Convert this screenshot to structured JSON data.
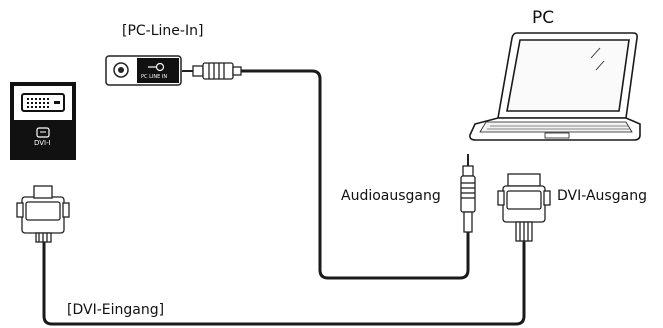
{
  "labels": {
    "pc_line_in": "[PC-Line-In]",
    "pc": "PC",
    "audio_out": "Audioausgang",
    "dvi_out": "DVI-Ausgang",
    "dvi_in": "[DVI-Eingang]",
    "dvi_i_port": "DVI-I",
    "pc_line_in_port": "PC LINE IN"
  },
  "colors": {
    "cable": "#1a1a1a",
    "panel_dark": "#111111",
    "connector_fill": "#ffffff",
    "connector_stroke": "#222222"
  },
  "icons": {
    "audio_jack": "audio-jack-icon",
    "dvi_port": "dvi-port-icon",
    "laptop": "laptop-icon",
    "dvi_plug": "dvi-plug-icon"
  }
}
